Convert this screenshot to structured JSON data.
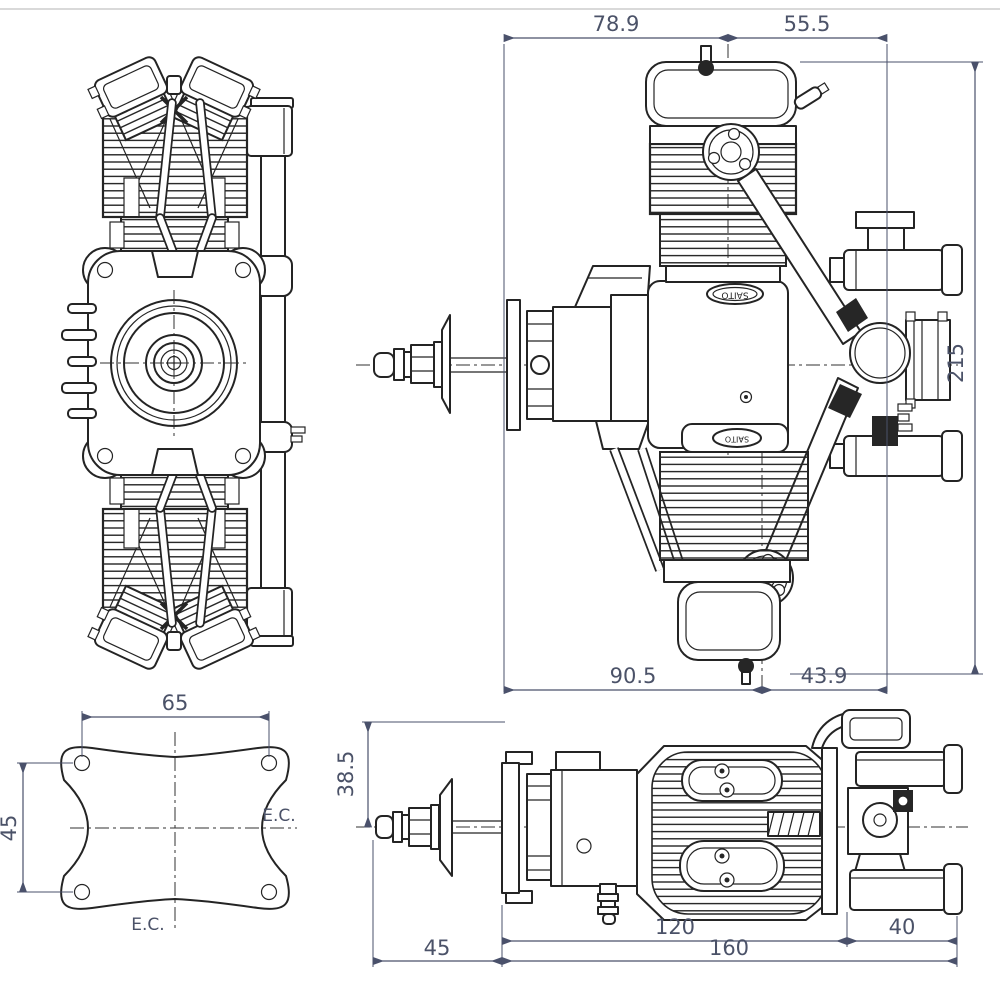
{
  "brand": {
    "badge_text": "SAITO"
  },
  "dims": {
    "side": {
      "top_left": "78.9",
      "top_right": "55.5",
      "height": "215",
      "bottom_left": "90.5",
      "bottom_right": "43.9"
    },
    "mount": {
      "width": "65",
      "height": "45",
      "ec_side": "E.C.",
      "ec_bottom": "E.C."
    },
    "bottom": {
      "height_to_axis": "38.5",
      "front": "45",
      "mid": "120",
      "overall": "160",
      "rear": "40"
    }
  }
}
